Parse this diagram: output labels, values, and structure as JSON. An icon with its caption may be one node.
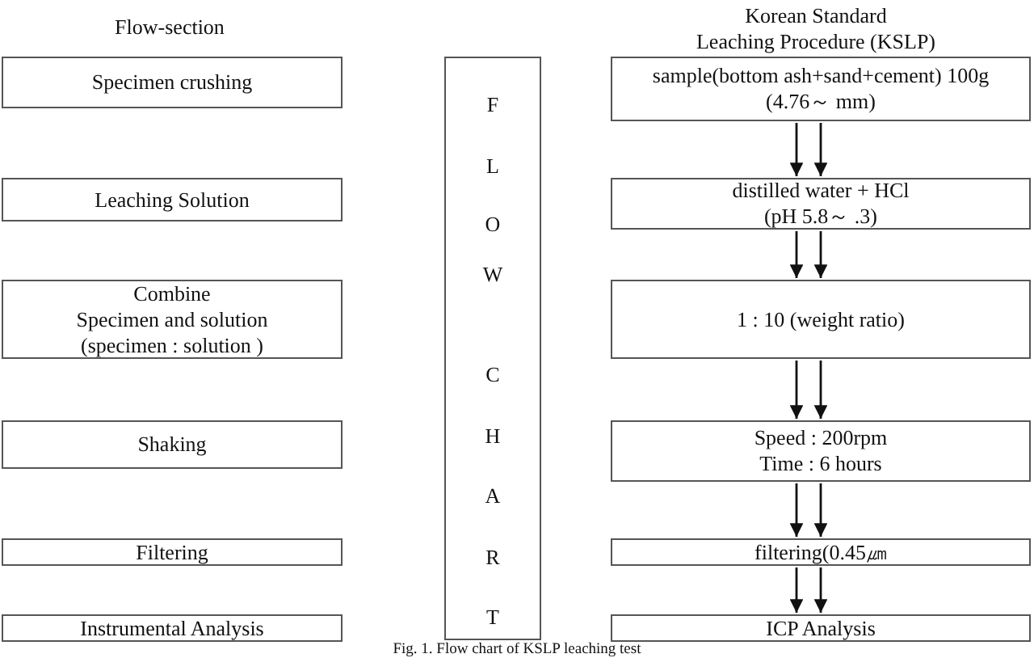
{
  "diagram": {
    "caption": "Fig. 1. Flow chart of KSLP leaching test",
    "nodes": [
      {
        "text": [
          "Specimen crushing"
        ]
      },
      {
        "text": [
          "Leaching Solution"
        ]
      },
      {
        "text": [
          "Combine",
          "Specimen and solution",
          "(specimen : solution )"
        ]
      },
      {
        "text": [
          "Shaking"
        ]
      },
      {
        "text": [
          "Filtering"
        ]
      },
      {
        "text": [
          "Instrumental Analysis"
        ]
      },
      {
        "text": [
          "F",
          "L",
          "O",
          "W",
          "C",
          "H",
          "A",
          "R",
          "T"
        ]
      },
      {
        "text": [
          "sample(bottom ash+sand+cement) 100g",
          "(4.76～ mm)"
        ]
      },
      {
        "text": [
          "distilled water + HCl",
          "(pH 5.8～ .3)"
        ]
      },
      {
        "text": [
          "1 : 10 (weight ratio)"
        ]
      },
      {
        "text": [
          "Speed : 200rpm",
          "Time : 6 hours"
        ]
      },
      {
        "text": [
          "filtering(0.45㎛"
        ]
      },
      {
        "text": [
          "ICP Analysis"
        ]
      }
    ],
    "edges": [
      {
        "from": 7,
        "to": 8,
        "arrow": "to"
      },
      {
        "from": 7,
        "to": 8,
        "arrow": "to"
      },
      {
        "from": 8,
        "to": 9,
        "arrow": "to"
      },
      {
        "from": 8,
        "to": 9,
        "arrow": "to"
      },
      {
        "from": 9,
        "to": 10,
        "arrow": "to"
      },
      {
        "from": 9,
        "to": 10,
        "arrow": "to"
      },
      {
        "from": 10,
        "to": 11,
        "arrow": "to"
      },
      {
        "from": 10,
        "to": 11,
        "arrow": "to"
      },
      {
        "from": 11,
        "to": 12,
        "arrow": "to"
      },
      {
        "from": 11,
        "to": 12,
        "arrow": "to"
      }
    ],
    "labels": [
      "Flow-section",
      "Korean Standard",
      "Leaching Procedure (KSLP)"
    ]
  }
}
